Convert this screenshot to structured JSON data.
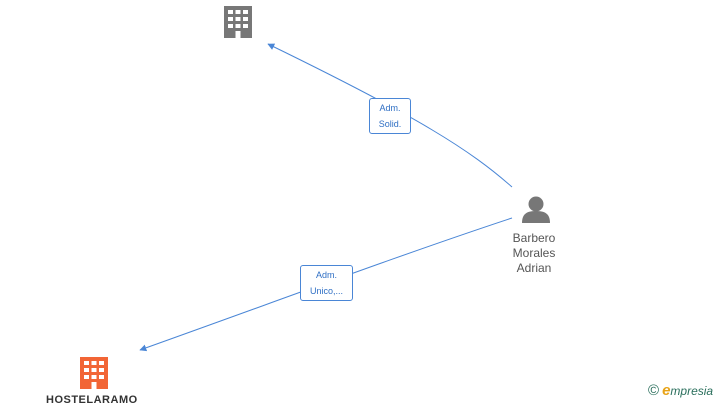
{
  "nodes": {
    "company_top": {
      "label": "",
      "color": "#777777"
    },
    "company_bottom": {
      "label": "HOSTELARAMO",
      "color": "#f26535"
    },
    "person": {
      "label_lines": [
        "Barbero",
        "Morales",
        "Adrian"
      ],
      "color": "#777777"
    }
  },
  "edges": [
    {
      "lines": [
        "Adm.",
        "Solid."
      ]
    },
    {
      "lines": [
        "Adm.",
        "Unico,..."
      ]
    }
  ],
  "edge_color": "#4a86d6",
  "brand": {
    "copyright": "©",
    "initial": "e",
    "rest": "mpresia"
  }
}
